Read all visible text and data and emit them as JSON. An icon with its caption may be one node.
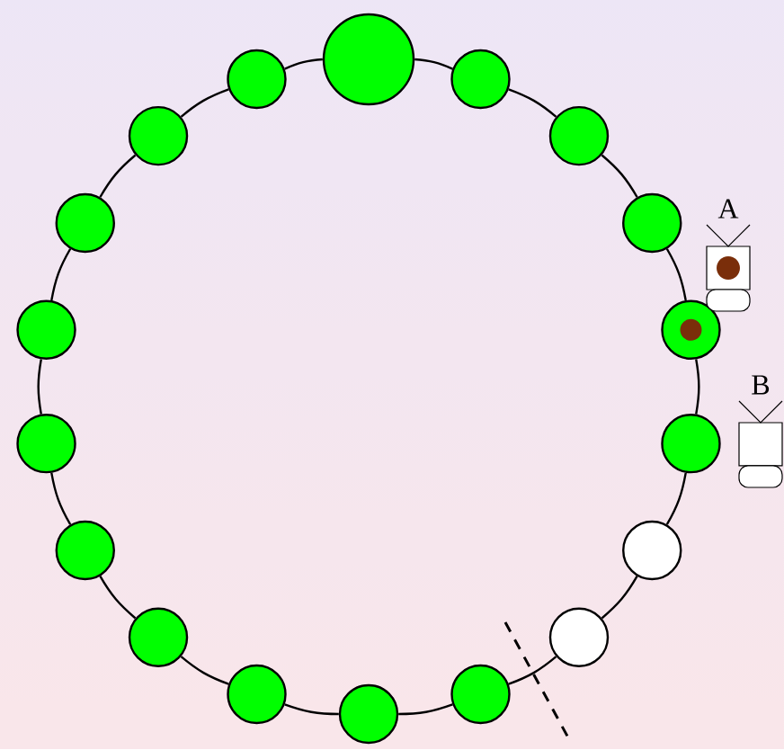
{
  "diagram": {
    "nodes": [
      {
        "text": [],
        "shape": "circle"
      },
      {
        "text": [],
        "shape": "circle"
      },
      {
        "text": [],
        "shape": "circle"
      },
      {
        "text": [],
        "shape": "circle"
      },
      {
        "text": [],
        "shape": "circle"
      },
      {
        "text": [],
        "shape": "circle"
      },
      {
        "text": [],
        "shape": "circle"
      },
      {
        "text": [],
        "shape": "circle"
      },
      {
        "text": [],
        "shape": "circle"
      },
      {
        "text": [],
        "shape": "circle"
      },
      {
        "text": [],
        "shape": "circle"
      },
      {
        "text": [],
        "shape": "circle"
      },
      {
        "text": [],
        "shape": "circle"
      },
      {
        "text": [],
        "shape": "circle"
      },
      {
        "text": [],
        "shape": "circle"
      },
      {
        "text": [],
        "shape": "circle"
      },
      {
        "text": [],
        "shape": "circle"
      },
      {
        "text": [],
        "shape": "circle"
      },
      {
        "text": [
          "A"
        ]
      },
      {
        "text": [
          "B"
        ]
      }
    ],
    "edges": [
      {
        "from": 0,
        "to": 1,
        "arrow": "none"
      },
      {
        "from": 1,
        "to": 2,
        "arrow": "none"
      },
      {
        "from": 2,
        "to": 3,
        "arrow": "none"
      },
      {
        "from": 3,
        "to": 4,
        "arrow": "none"
      },
      {
        "from": 4,
        "to": 5,
        "arrow": "none"
      },
      {
        "from": 5,
        "to": 6,
        "arrow": "none"
      },
      {
        "from": 6,
        "to": 7,
        "arrow": "none"
      },
      {
        "from": 7,
        "to": 8,
        "arrow": "none"
      },
      {
        "from": 8,
        "to": 9,
        "arrow": "none"
      },
      {
        "from": 9,
        "to": 10,
        "arrow": "none"
      },
      {
        "from": 10,
        "to": 11,
        "arrow": "none"
      },
      {
        "from": 11,
        "to": 12,
        "arrow": "none"
      },
      {
        "from": 12,
        "to": 13,
        "arrow": "none"
      },
      {
        "from": 13,
        "to": 14,
        "arrow": "none"
      },
      {
        "from": 14,
        "to": 15,
        "arrow": "none"
      },
      {
        "from": 15,
        "to": 16,
        "arrow": "none"
      },
      {
        "from": 16,
        "to": 17,
        "arrow": "none"
      },
      {
        "from": 17,
        "to": 0,
        "arrow": "none"
      }
    ]
  }
}
